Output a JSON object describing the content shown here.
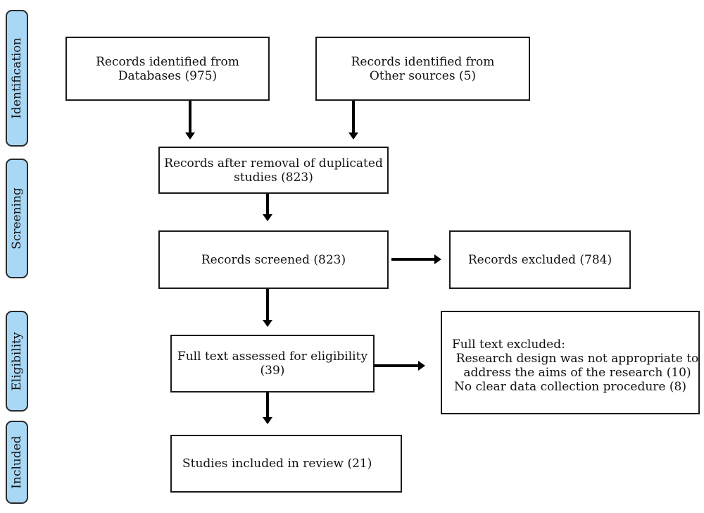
{
  "stages": [
    {
      "label": "Identification"
    },
    {
      "label": "Screening"
    },
    {
      "label": "Eligibility"
    },
    {
      "label": "Included"
    }
  ],
  "boxes": {
    "databases": {
      "line1": "Records identified from",
      "line2": "Databases (975)"
    },
    "other_sources": {
      "line1": "Records identified from",
      "line2": "Other sources (5)"
    },
    "after_duplicates": {
      "line1": "Records after removal of duplicated",
      "line2": "studies (823)"
    },
    "screened": {
      "line1": "Records screened (823)"
    },
    "excluded": {
      "line1": "Records excluded (784)"
    },
    "full_text": {
      "line1": "Full text assessed for eligibility",
      "line2": "(39)"
    },
    "full_text_excluded": {
      "title": "Full text excluded:",
      "reasons": [
        "Research design was not appropriate to",
        "address the aims of the research (10)",
        "No clear data collection procedure (8)"
      ]
    },
    "included": {
      "line1": "Studies included in review (21)"
    }
  }
}
